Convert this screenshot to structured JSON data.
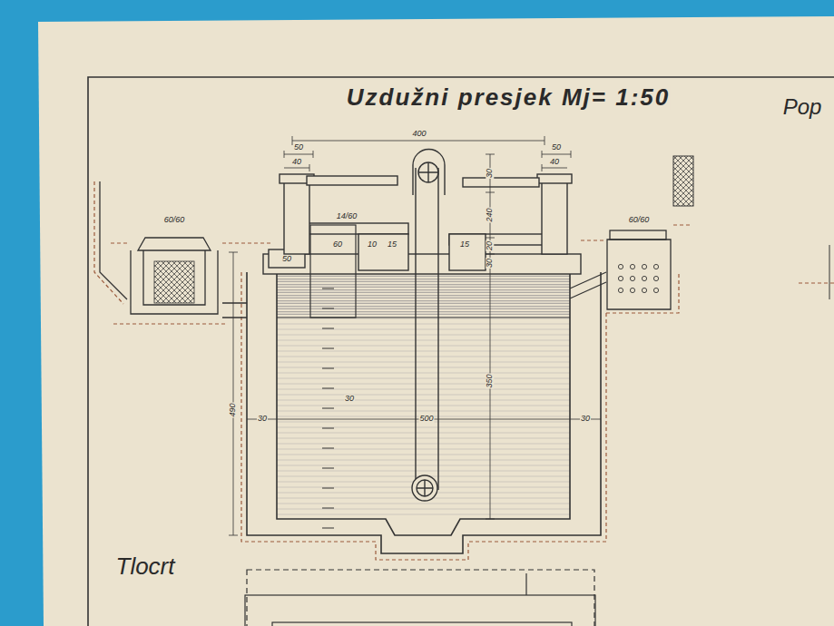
{
  "diagram": {
    "title": "Uzdužni presjek Mj= 1:50",
    "nodes": [
      {
        "text": [
          "60/60"
        ]
      },
      {
        "text": [
          "60/60"
        ]
      }
    ],
    "labels": [
      "Pop",
      "400",
      "50",
      "40",
      "50",
      "40",
      "14/60",
      "60",
      "50",
      "10",
      "15",
      "15",
      "30",
      "240",
      "20",
      "30",
      "490",
      "30",
      "500",
      "30",
      "350",
      "30",
      "Tlocrt"
    ]
  }
}
